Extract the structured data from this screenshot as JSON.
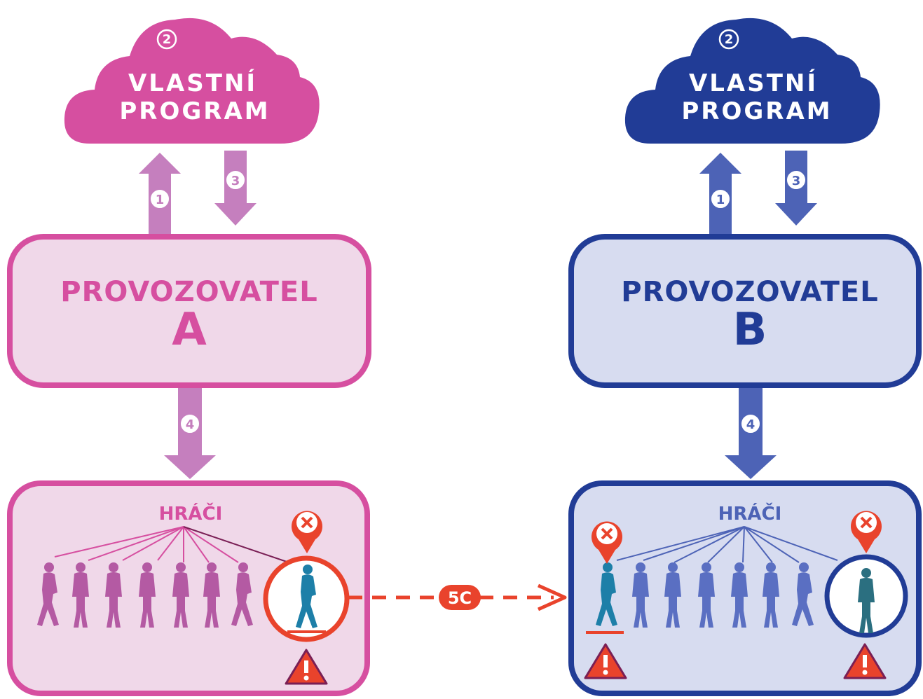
{
  "colors": {
    "pink": "#d64fa0",
    "pink_light": "#f0d8e9",
    "pink_arrow": "#c57fbe",
    "pink_figure": "#b45aa3",
    "blue": "#213c96",
    "blue_light": "#d7dcf0",
    "blue_arrow": "#4d63b6",
    "blue_figure": "#5a6fc2",
    "red": "#e9432c"
  },
  "diagram": {
    "left": {
      "cloud_step": "2",
      "cloud_line1": "VLASTNÍ",
      "cloud_line2": "PROGRAM",
      "step_up": "1",
      "step_down": "3",
      "operator_line1": "PROVOZOVATEL",
      "operator_letter": "A",
      "step_to_players": "4",
      "players_label": "HRÁČI"
    },
    "right": {
      "cloud_step": "2",
      "cloud_line1": "VLASTNÍ",
      "cloud_line2": "PROGRAM",
      "step_up": "1",
      "step_down": "3",
      "operator_line1": "PROVOZOVATEL",
      "operator_letter": "B",
      "step_to_players": "4",
      "players_label": "HRÁČI"
    },
    "transfer_label": "5C",
    "icons": {
      "excluded_marker": "x-pin-icon",
      "warning": "warning-triangle-icon",
      "player": "person-icon",
      "walking_player": "walking-person-icon"
    }
  }
}
